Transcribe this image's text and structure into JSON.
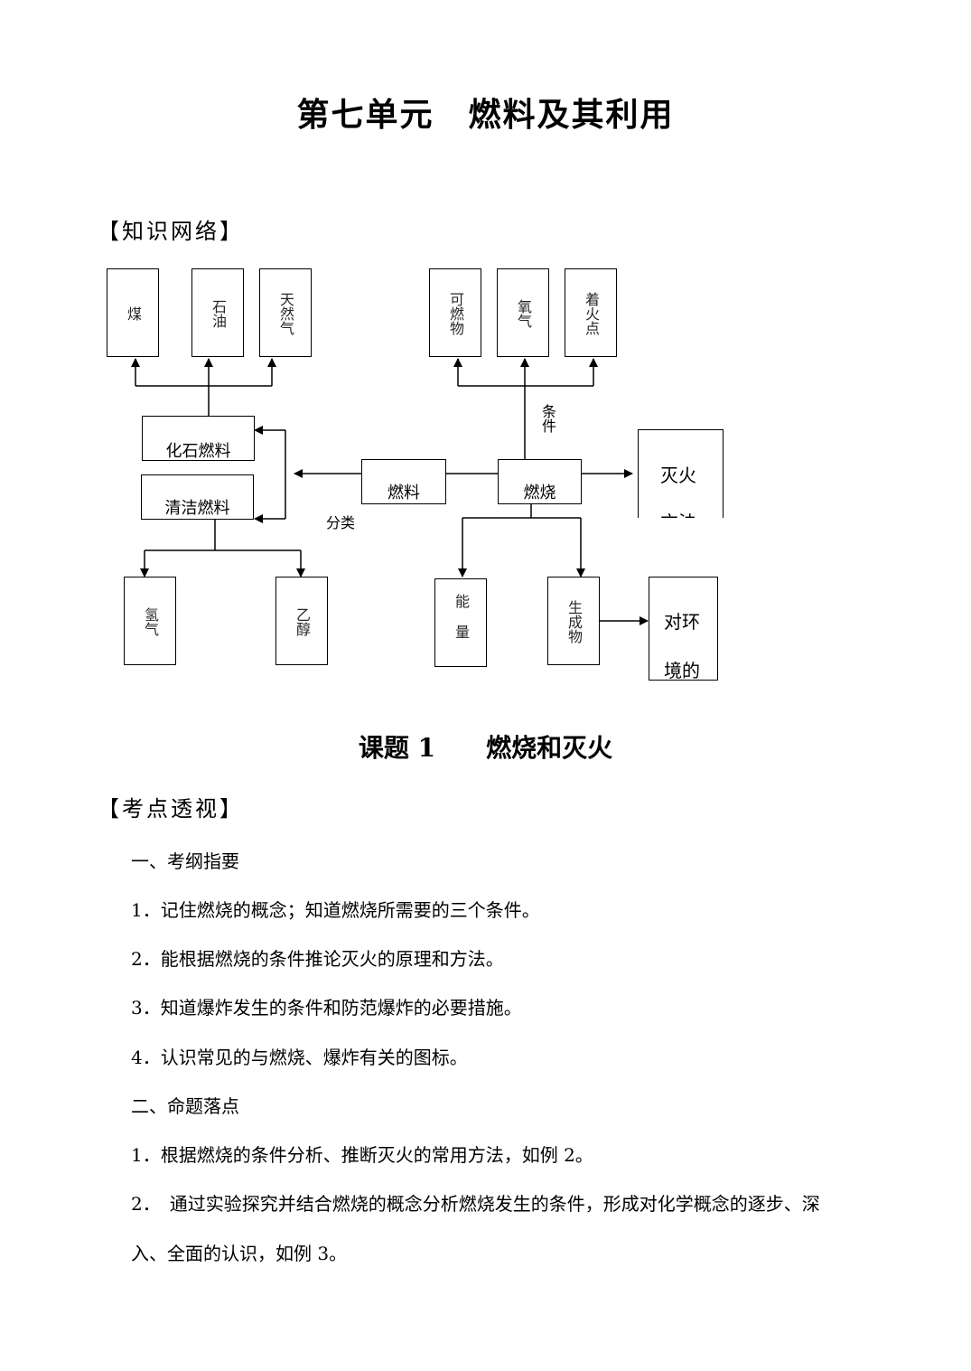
{
  "title": "第七单元　燃料及其利用",
  "knowledge_header": "【知识网络】",
  "diagram": {
    "fossil_fuels": "化石燃料",
    "clean_fuels": "清洁燃料",
    "fuel": "燃料",
    "combustion": "燃烧",
    "classify": "分类",
    "fire_methods": "灭火方法",
    "env_impact": "对环境的",
    "coal": "煤",
    "oil": "石油",
    "natural_gas": "天然气",
    "combustible": "可燃物",
    "oxygen": "氧气",
    "ignition": "着火点",
    "condition": "条件",
    "hydrogen": "氢气",
    "ethanol": "乙醇",
    "energy": "能量",
    "products": "生成物"
  },
  "lesson_title": "课题 1　　燃烧和灭火",
  "exam_header": "【考点透视】",
  "sections": [
    {
      "heading": "一、考纲指要",
      "items": [
        "1．记住燃烧的概念；知道燃烧所需要的三个条件。",
        "2．能根据燃烧的条件推论灭火的原理和方法。",
        "3．知道爆炸发生的条件和防范爆炸的必要措施。",
        "4．认识常见的与燃烧、爆炸有关的图标。"
      ]
    },
    {
      "heading": "二、命题落点",
      "items": [
        "1．根据燃烧的条件分析、推断灭火的常用方法，如例 2。",
        "2．　通过实验探究并结合燃烧的概念分析燃烧发生的条件，形成对化学概念的逐步、深",
        "入、全面的认识，如例 3。"
      ]
    }
  ]
}
